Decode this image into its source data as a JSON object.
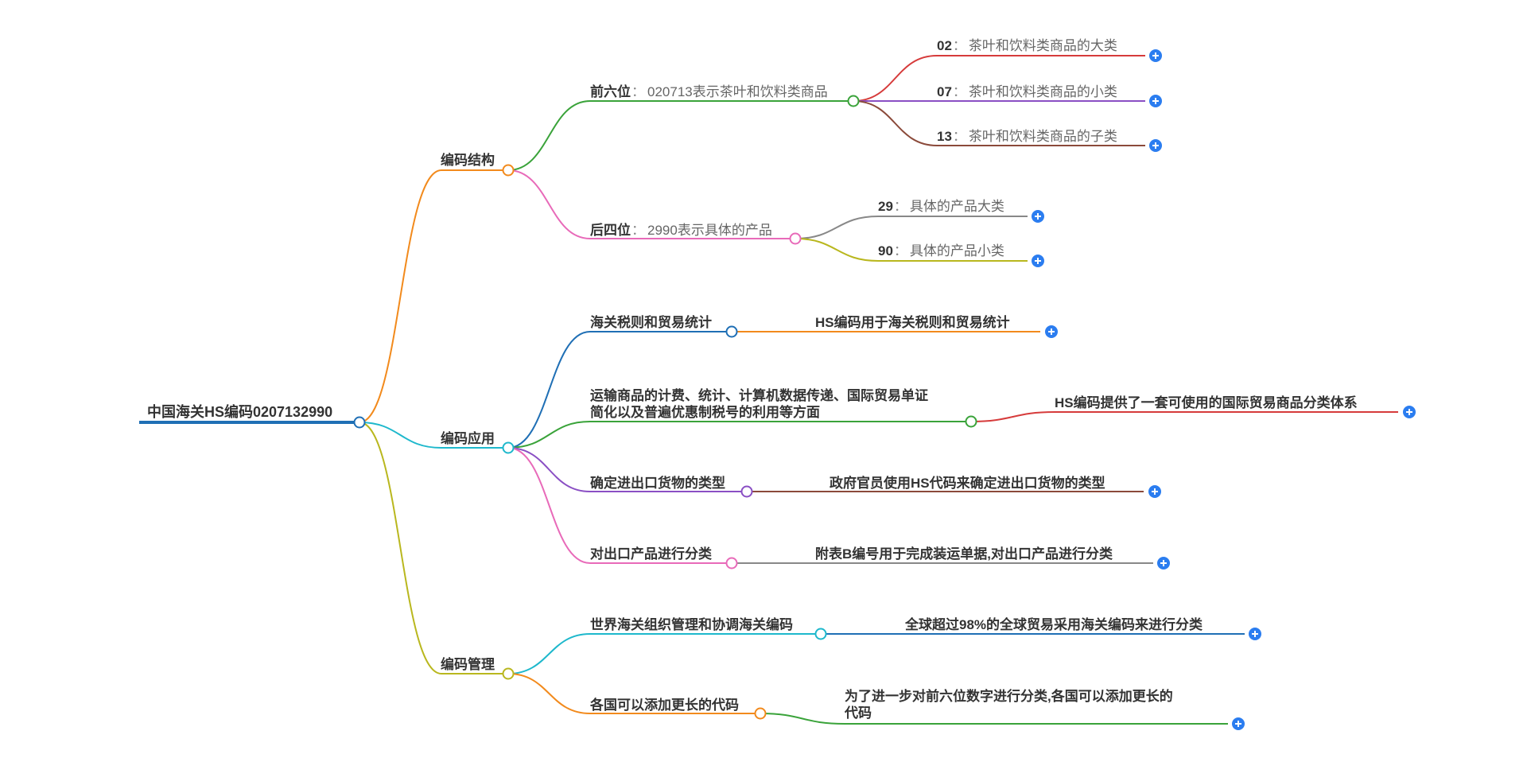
{
  "mindmap": {
    "root": "中国海关HS编码0207132990",
    "branches": [
      {
        "label": "编码结构",
        "children": [
          {
            "key": "前六位",
            "desc": "020713表示茶叶和饮料类商品",
            "children": [
              {
                "key": "02",
                "desc": "茶叶和饮料类商品的大类"
              },
              {
                "key": "07",
                "desc": "茶叶和饮料类商品的小类"
              },
              {
                "key": "13",
                "desc": "茶叶和饮料类商品的子类"
              }
            ]
          },
          {
            "key": "后四位",
            "desc": "2990表示具体的产品",
            "children": [
              {
                "key": "29",
                "desc": "具体的产品大类"
              },
              {
                "key": "90",
                "desc": "具体的产品小类"
              }
            ]
          }
        ]
      },
      {
        "label": "编码应用",
        "children": [
          {
            "label": "海关税则和贸易统计",
            "child": "HS编码用于海关税则和贸易统计"
          },
          {
            "label_lines": [
              "运输商品的计费、统计、计算机数据传递、国际贸易单证",
              "简化以及普遍优惠制税号的利用等方面"
            ],
            "child": "HS编码提供了一套可使用的国际贸易商品分类体系"
          },
          {
            "label": "确定进出口货物的类型",
            "child": "政府官员使用HS代码来确定进出口货物的类型"
          },
          {
            "label": "对出口产品进行分类",
            "child": "附表B编号用于完成装运单据,对出口产品进行分类"
          }
        ]
      },
      {
        "label": "编码管理",
        "children": [
          {
            "label": "世界海关组织管理和协调海关编码",
            "child": "全球超过98%的全球贸易采用海关编码来进行分类"
          },
          {
            "label": "各国可以添加更长的代码",
            "child_lines": [
              "为了进一步对前六位数字进行分类,各国可以添加更长的",
              "代码"
            ]
          }
        ]
      }
    ],
    "separator": "：",
    "colors": {
      "root_line": "#1f6fb5",
      "branch_struct": "#f28a1c",
      "branch_app": "#1eb8cc",
      "branch_mgmt": "#b9b71e",
      "green": "#3aa33a",
      "pink": "#e86ab9",
      "red": "#d63b3b",
      "purple": "#8a4fc4",
      "brown": "#8b4a3a",
      "gray": "#888888",
      "olive": "#b9b71e",
      "blue": "#1f6fb5",
      "orange": "#f28a1c",
      "cyan": "#1eb8cc",
      "magenta": "#e86ab9",
      "expand_button": "#2b7df0"
    }
  }
}
